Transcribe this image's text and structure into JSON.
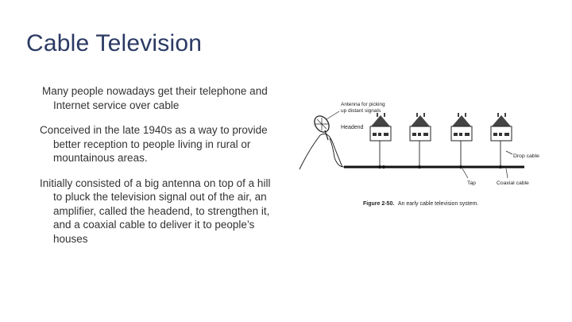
{
  "slide": {
    "title": "Cable Television",
    "bullets": [
      "Many people nowadays get their telephone and Internet service over cable",
      "Conceived in the late 1940s as a way to provide better reception to people living in rural or mountainous areas.",
      "Initially consisted of a big antenna on top of a hill to pluck the television signal out of the air, an amplifier, called the headend, to strengthen it, and a coaxial cable to deliver it to people’s houses"
    ]
  },
  "figure": {
    "antenna_label_line1": "Antenna for picking",
    "antenna_label_line2": "up distant signals",
    "headend_label": "Headend",
    "drop_cable_label": "Drop cable",
    "tap_label": "Tap",
    "coaxial_label": "Coaxial cable",
    "caption_bold": "Figure 2-50.",
    "caption_text": "An early cable television system."
  }
}
